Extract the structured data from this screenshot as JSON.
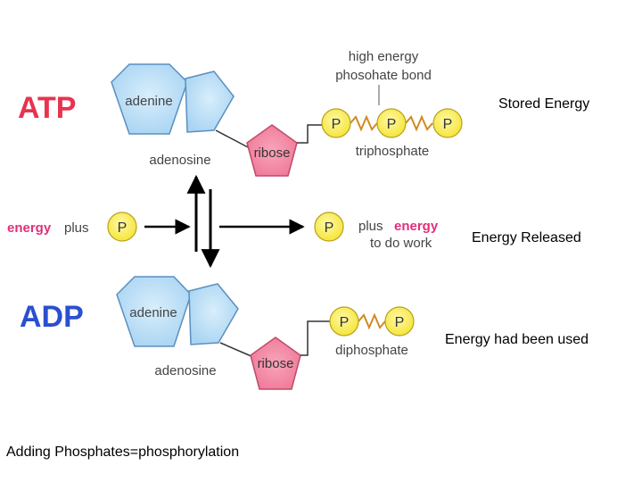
{
  "atp": {
    "title": "ATP",
    "adenine": "adenine",
    "ribose": "ribose",
    "adenosine": "adenosine",
    "bond_label_line1": "high energy",
    "bond_label_line2": "phosohate bond",
    "phosphates": [
      "P",
      "P",
      "P"
    ],
    "group_label": "triphosphate"
  },
  "reaction": {
    "energy_word": "energy",
    "plus_word": "plus",
    "phosphate_in": "P",
    "phosphate_out": "P",
    "plus_out": "plus",
    "energy_out": "energy",
    "to_do_work": "to do work"
  },
  "adp": {
    "title": "ADP",
    "adenine": "adenine",
    "ribose": "ribose",
    "adenosine": "adenosine",
    "phosphates": [
      "P",
      "P"
    ],
    "group_label": "diphosphate"
  },
  "notes": {
    "stored": "Stored Energy",
    "released": "Energy Released",
    "used": "Energy had been used",
    "caption": "Adding Phosphates=phosphorylation"
  },
  "colors": {
    "adenine_fill": "#a9d4f2",
    "adenine_stroke": "#5a8fc0",
    "ribose_fill": "#f07a98",
    "ribose_stroke": "#c04a6a",
    "phosphate_fill": "#f7ea4a",
    "phosphate_stroke": "#b8a020",
    "title_atp": "#e8334f",
    "title_adp": "#2a4fd0",
    "energy": "#e0307a",
    "bond": "#d08a20"
  }
}
